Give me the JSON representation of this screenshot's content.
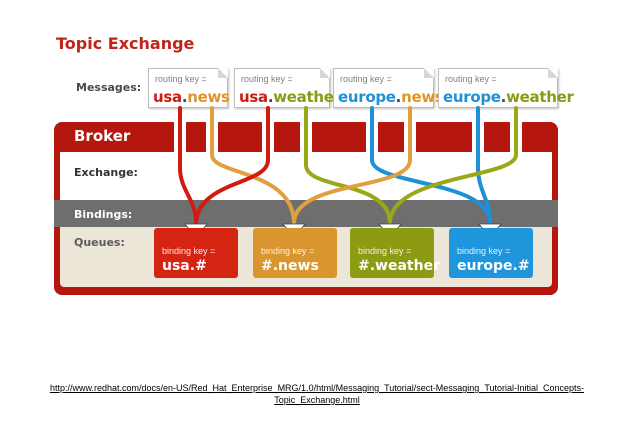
{
  "title": "Topic Exchange",
  "labels": {
    "messages": "Messages:",
    "broker": "Broker",
    "exchange": "Exchange:",
    "bindings": "Bindings:",
    "queues": "Queues:"
  },
  "messages": [
    {
      "routing_key_label": "routing key =",
      "part1": "usa",
      "dot": ".",
      "part2": "news",
      "color1": "#d01c10",
      "color2": "#e0952a"
    },
    {
      "routing_key_label": "routing key =",
      "part1": "usa",
      "dot": ".",
      "part2": "weather",
      "color1": "#d01c10",
      "color2": "#8a9a12"
    },
    {
      "routing_key_label": "routing key =",
      "part1": "europe",
      "dot": ".",
      "part2": "news",
      "color1": "#1e90d8",
      "color2": "#e0952a"
    },
    {
      "routing_key_label": "routing key =",
      "part1": "europe",
      "dot": ".",
      "part2": "weather",
      "color1": "#1e90d8",
      "color2": "#8a9a12"
    }
  ],
  "queues": [
    {
      "binding_key_label": "binding key =",
      "value": "usa.#",
      "color": "#d62412"
    },
    {
      "binding_key_label": "binding key =",
      "value": "#.news",
      "color": "#d9962e"
    },
    {
      "binding_key_label": "binding key =",
      "value": "#.weather",
      "color": "#8c9b12"
    },
    {
      "binding_key_label": "binding key =",
      "value": "europe.#",
      "color": "#1f96dc"
    }
  ],
  "colors": {
    "broker": "#b5160d",
    "bindings_bar": "#6e6e6e",
    "queues_bg": "#ece6d8",
    "title": "#c0231a"
  },
  "source": {
    "line1": "http://www.redhat.com/docs/en-US/Red_Hat_Enterprise_MRG/1.0/html/Messaging_Tutorial/sect-Messaging_Tutorial-Initial_Concepts-",
    "line2": "Topic_Exchange.html"
  }
}
